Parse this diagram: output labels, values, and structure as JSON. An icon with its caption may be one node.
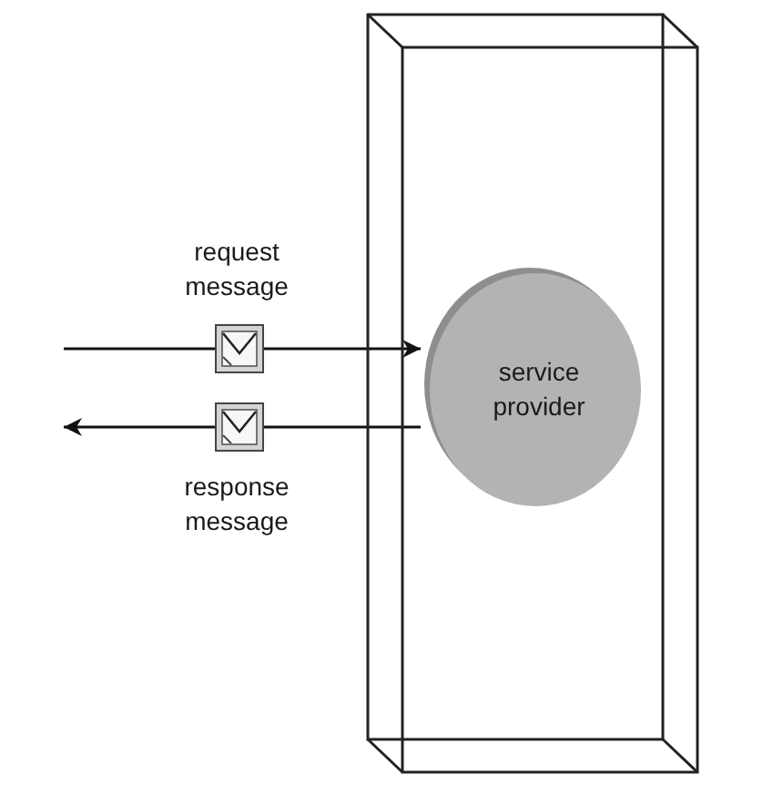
{
  "diagram": {
    "nodes": [
      {
        "text": [],
        "shape": "box"
      },
      {
        "text": [
          "service provider"
        ],
        "in": 0
      },
      {
        "text": [],
        "shape": "envelope",
        "beside": [
          "request message"
        ]
      },
      {
        "text": [],
        "shape": "envelope",
        "beside": [
          "response message"
        ]
      }
    ],
    "edges": [
      {
        "from": null,
        "to": 2,
        "arrow": "none"
      },
      {
        "from": 2,
        "to": 1,
        "arrow": "to"
      },
      {
        "from": 1,
        "to": 3,
        "arrow": "none"
      },
      {
        "from": 3,
        "to": null,
        "arrow": "to"
      }
    ]
  }
}
